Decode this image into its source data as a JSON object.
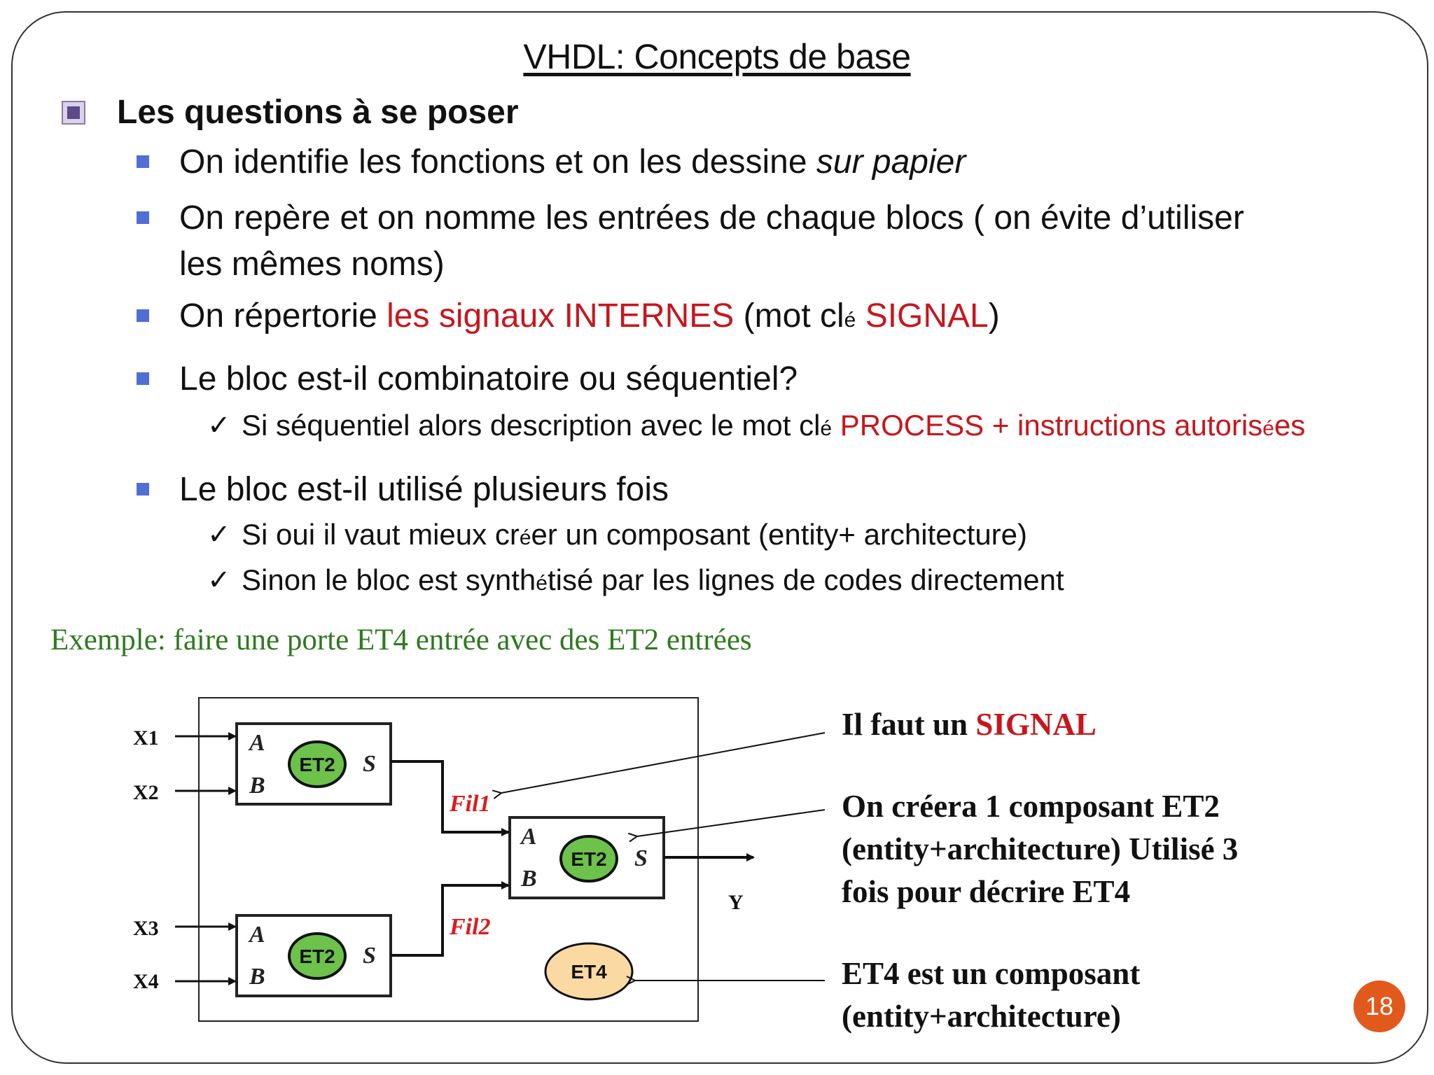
{
  "title": "VHDL: Concepts de base",
  "heading": "Les questions à se poser",
  "bullets": {
    "b1": {
      "text": "On identifie les fonctions et on les dessine ",
      "italic": "sur papier"
    },
    "b2": {
      "line1": "On repère et on nomme les entrées de chaque blocs ( on évite d’utiliser",
      "line2": "les mêmes noms)"
    },
    "b3": {
      "pre": "On répertorie ",
      "red1": "les signaux INTERNES",
      "mid1": " (mot cl",
      "small": "é",
      "sp": " ",
      "red2": "SIGNAL",
      "post": ")"
    },
    "b4": {
      "text": "Le bloc est-il combinatoire ou séquentiel?",
      "sub1": {
        "pre": "Si séquentiel alors description avec le mot cl",
        "small": "é",
        "sp": " ",
        "red1": "PROCESS + instructions autoris",
        "small2": "é",
        "red2": "es"
      }
    },
    "b5": {
      "text": "Le bloc est-il utilisé plusieurs fois",
      "sub1": {
        "pre": "Si oui il vaut mieux cr",
        "small": "é",
        "post": "er un composant (entity+ architecture)"
      },
      "sub2": {
        "pre": "Sinon le bloc est synth",
        "small": "é",
        "post": "tisé par les lignes de codes directement"
      }
    }
  },
  "check_symbol": "✓",
  "example": "Exemple: faire une porte ET4 entrée avec des ET2 entrées",
  "diagram": {
    "inputs": [
      "X1",
      "X2",
      "X3",
      "X4"
    ],
    "output": "Y",
    "pin_a": "A",
    "pin_b": "B",
    "pin_s": "S",
    "gate_label": "ET2",
    "component_label": "ET4",
    "wire1": "Fil1",
    "wire2": "Fil2",
    "colors": {
      "gate_fill": "#6cc24a",
      "component_fill": "#fbd9a3",
      "wire_label": "#e01b1b"
    }
  },
  "notes": {
    "n1": {
      "pre": "Il faut un ",
      "red": "SIGNAL"
    },
    "n2": {
      "l1": "On créera 1 composant ET2",
      "l2": "(entity+architecture) Utilisé 3",
      "l3": "fois pour décrire ET4"
    },
    "n3": {
      "l1": "ET4 est un composant",
      "l2": "(entity+architecture)"
    }
  },
  "page_number": "18"
}
